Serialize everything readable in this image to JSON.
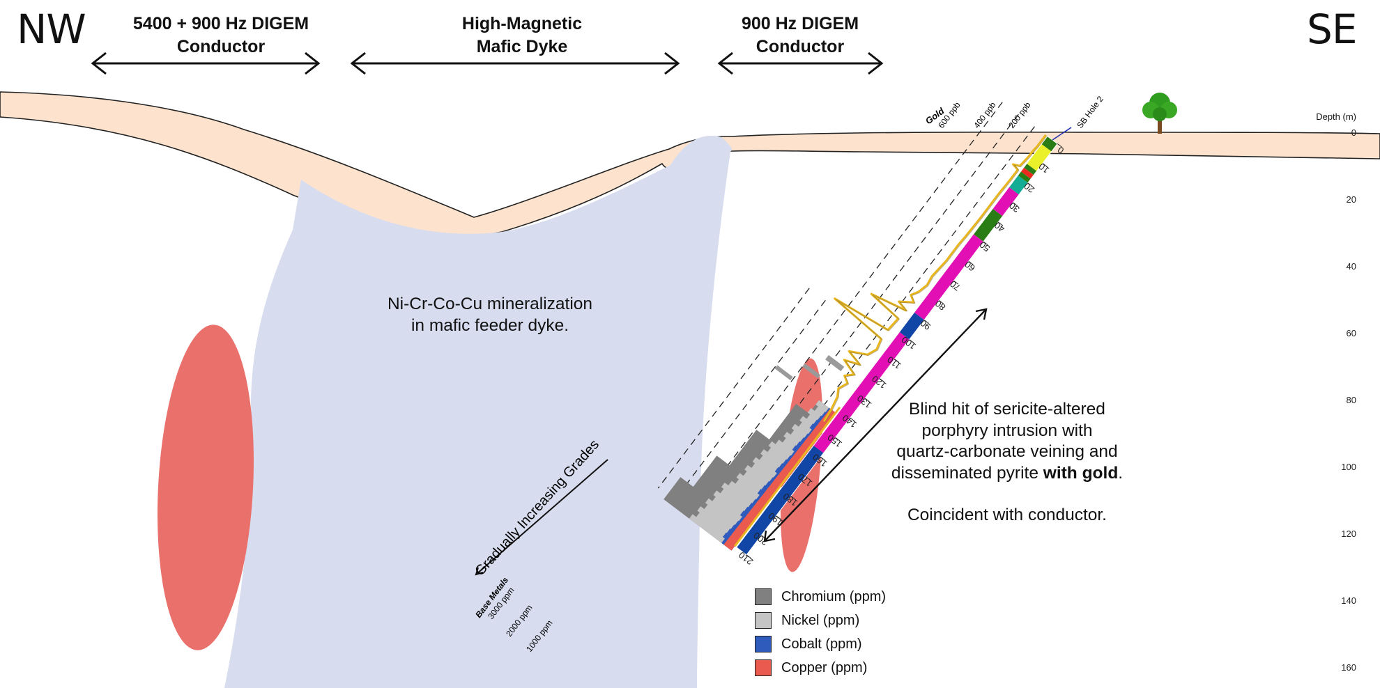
{
  "directions": {
    "left": "NW",
    "right": "SE"
  },
  "headers": [
    {
      "line1": "5400 + 900 Hz DIGEM",
      "line2": "Conductor"
    },
    {
      "line1": "High-Magnetic",
      "line2": "Mafic Dyke"
    },
    {
      "line1": "900 Hz DIGEM",
      "line2": "Conductor"
    }
  ],
  "dyke_note": {
    "line1": "Ni-Cr-Co-Cu mineralization",
    "line2": "in mafic feeder dyke."
  },
  "hit_note": {
    "line1": "Blind hit of sericite-altered",
    "line2": "porphyry intrusion with",
    "line3": "quartz-carbonate veining and",
    "line4_pre": "disseminated pyrite ",
    "line4_bold": "with gold",
    "line4_post": ".",
    "line5": "Coincident with conductor."
  },
  "gold_axis": {
    "title": "Gold",
    "ticks": [
      "600 ppb",
      "400 ppb",
      "200 ppb"
    ]
  },
  "base_axis": {
    "title": "Base Metals",
    "ticks": [
      "3000 ppm",
      "2000 ppm",
      "1000 ppm"
    ]
  },
  "grades_label": "Gradually Increasing Grades",
  "hole_label": "SB Hole 2",
  "depth_axis": {
    "title": "Depth (m)",
    "ticks": [
      "0",
      "20",
      "40",
      "60",
      "80",
      "100",
      "120",
      "140",
      "160"
    ]
  },
  "hole_depths": [
    "0",
    "10",
    "20",
    "30",
    "40",
    "50",
    "60",
    "70",
    "80",
    "90",
    "100",
    "110",
    "120",
    "130",
    "140",
    "150",
    "160",
    "170",
    "180",
    "190",
    "200",
    "210"
  ],
  "legend": [
    {
      "label": "Chromium (ppm)",
      "color": "#808080"
    },
    {
      "label": "Nickel (ppm)",
      "color": "#c4c4c4"
    },
    {
      "label": "Cobalt (ppm)",
      "color": "#2f5bbd"
    },
    {
      "label": "Copper (ppm)",
      "color": "#eb5a4e"
    }
  ],
  "colors": {
    "overburden": "#fde3cd",
    "dyke": "#d7dcee",
    "conductor": "#ea706c",
    "gold_trace": "#e9b61f",
    "magenta": "#e20fb4",
    "blue": "#1145a6",
    "green": "#2a7d14",
    "yellow": "#eaf02a",
    "teal": "#13ad95"
  }
}
